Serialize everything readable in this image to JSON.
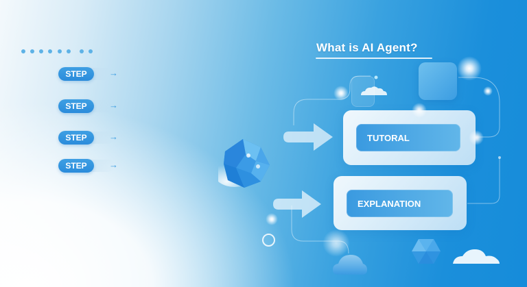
{
  "header": {
    "title": "What is AI Agent?"
  },
  "progress_dots": {
    "count": 8,
    "color": "#5eb2e6"
  },
  "steps": [
    {
      "label": "STEP",
      "arrow": "→"
    },
    {
      "label": "STEP",
      "arrow": "→"
    },
    {
      "label": "STEP",
      "arrow": "→"
    },
    {
      "label": "STEP",
      "arrow": "→"
    }
  ],
  "cards": [
    {
      "label": "TUTORAL"
    },
    {
      "label": "EXPLANATION"
    }
  ],
  "decorations": {
    "icons": [
      "cloud-icon",
      "cloud-icon",
      "cloud-icon",
      "crystal-icon",
      "hexagon-icon",
      "rounded-square-icon",
      "ring-icon"
    ]
  },
  "colors": {
    "accent": "#2b8cdb",
    "background_dark": "#168cda",
    "background_light": "#f4f9fc",
    "card_inner": "#3a9ae0"
  }
}
